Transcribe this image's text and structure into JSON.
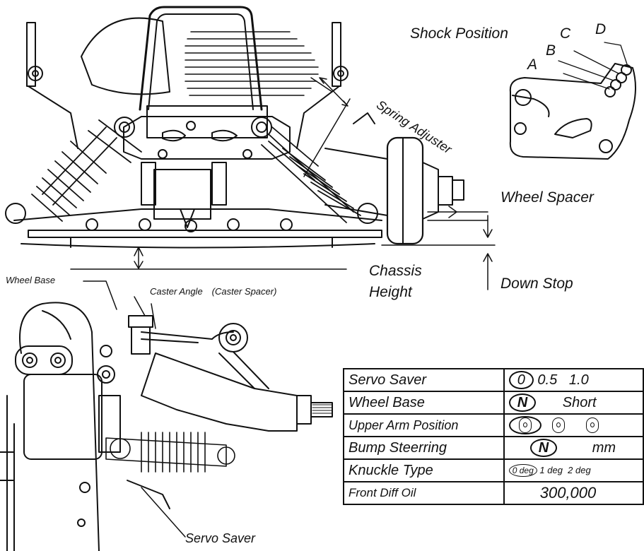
{
  "labels": {
    "shock_position": "Shock Position",
    "pos_a": "A",
    "pos_b": "B",
    "pos_c": "C",
    "pos_d": "D",
    "spring_adjuster": "Spring Adjuster",
    "wheel_spacer": "Wheel Spacer",
    "chassis": "Chassis",
    "height": "Height",
    "down_stop": "Down Stop",
    "wheel_base": "Wheel Base",
    "caster_angle": "Caster Angle　(Caster Spacer)",
    "servo_saver": "Servo Saver"
  },
  "table": {
    "rows": [
      {
        "key": "Servo Saver",
        "circled": "0",
        "rest": "0.5   1.0"
      },
      {
        "key": "Wheel Base",
        "circled": "N",
        "rest": "Short"
      },
      {
        "key": "Upper Arm Position",
        "circled": "",
        "rest": ""
      },
      {
        "key": "Bump Steerring",
        "circled": "N",
        "rest": "mm"
      },
      {
        "key": "Knuckle Type",
        "circled": "0 deg",
        "rest": "1 deg  2 deg"
      },
      {
        "key": "Front Diff Oil",
        "circled": "",
        "rest": "300,000"
      }
    ]
  },
  "icons": {
    "car_front_view": "rc-car-front-suspension-drawing",
    "car_side_view": "rc-car-side-steering-drawing",
    "shock_tower": "shock-tower-holes-drawing"
  }
}
